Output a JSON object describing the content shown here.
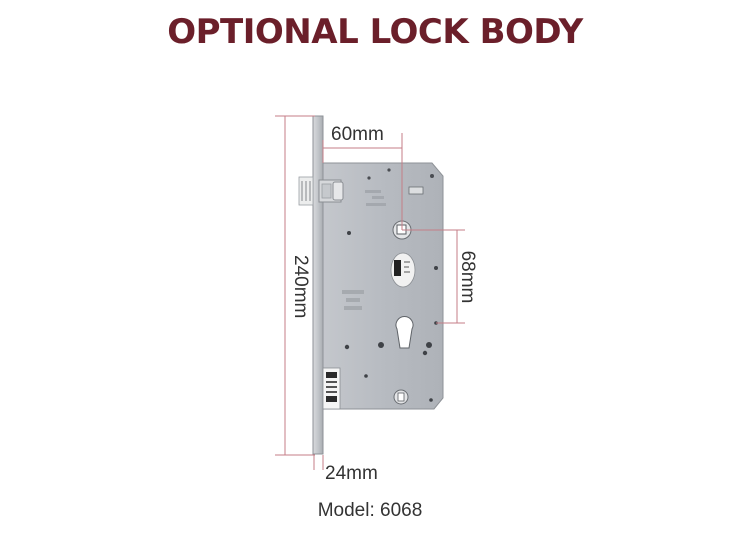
{
  "title": "OPTIONAL LOCK BODY",
  "dimensions": {
    "width": "60mm",
    "height": "240mm",
    "center_spacing": "68mm",
    "faceplate_width": "24mm"
  },
  "model": {
    "label": "Model: 6068"
  },
  "colors": {
    "title": "#6b1f2a",
    "dimension_lines": "#c47e87",
    "lock_body": "#b9bdc3",
    "faceplate": "#c9ccd0",
    "text": "#333333"
  }
}
